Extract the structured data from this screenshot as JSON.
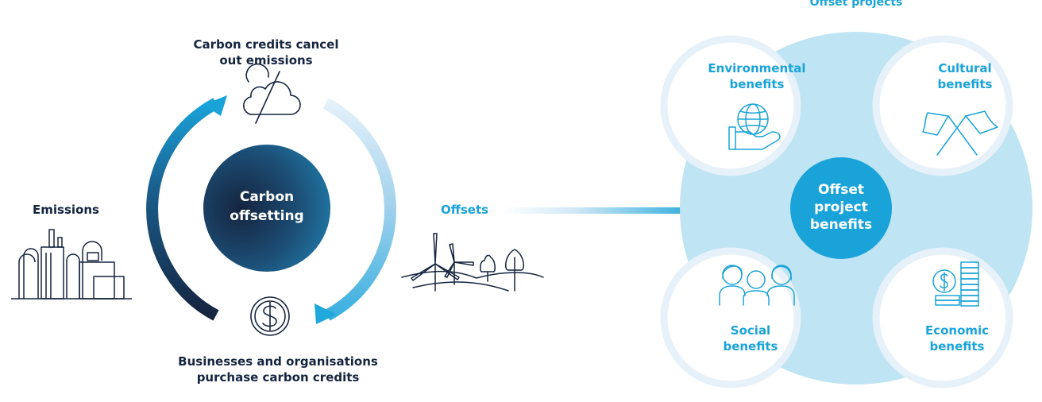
{
  "process": {
    "top_caption": "Carbon credits cancel out emissions",
    "center_title": "Carbon offsetting",
    "bottom_caption": "Businesses and organisations purchase carbon credits",
    "left_label": "Emissions",
    "right_label": "Offsets"
  },
  "benefits": {
    "header": "Offset projects",
    "center": "Offset project benefits",
    "environmental": "Environmental benefits",
    "cultural": "Cultural benefits",
    "social": "Social benefits",
    "economic": "Economic benefits"
  },
  "colors": {
    "navy": "#15243f",
    "accent": "#1aa3d9",
    "light_blue": "#bfe4f3",
    "ring": "#e6f1f9"
  }
}
